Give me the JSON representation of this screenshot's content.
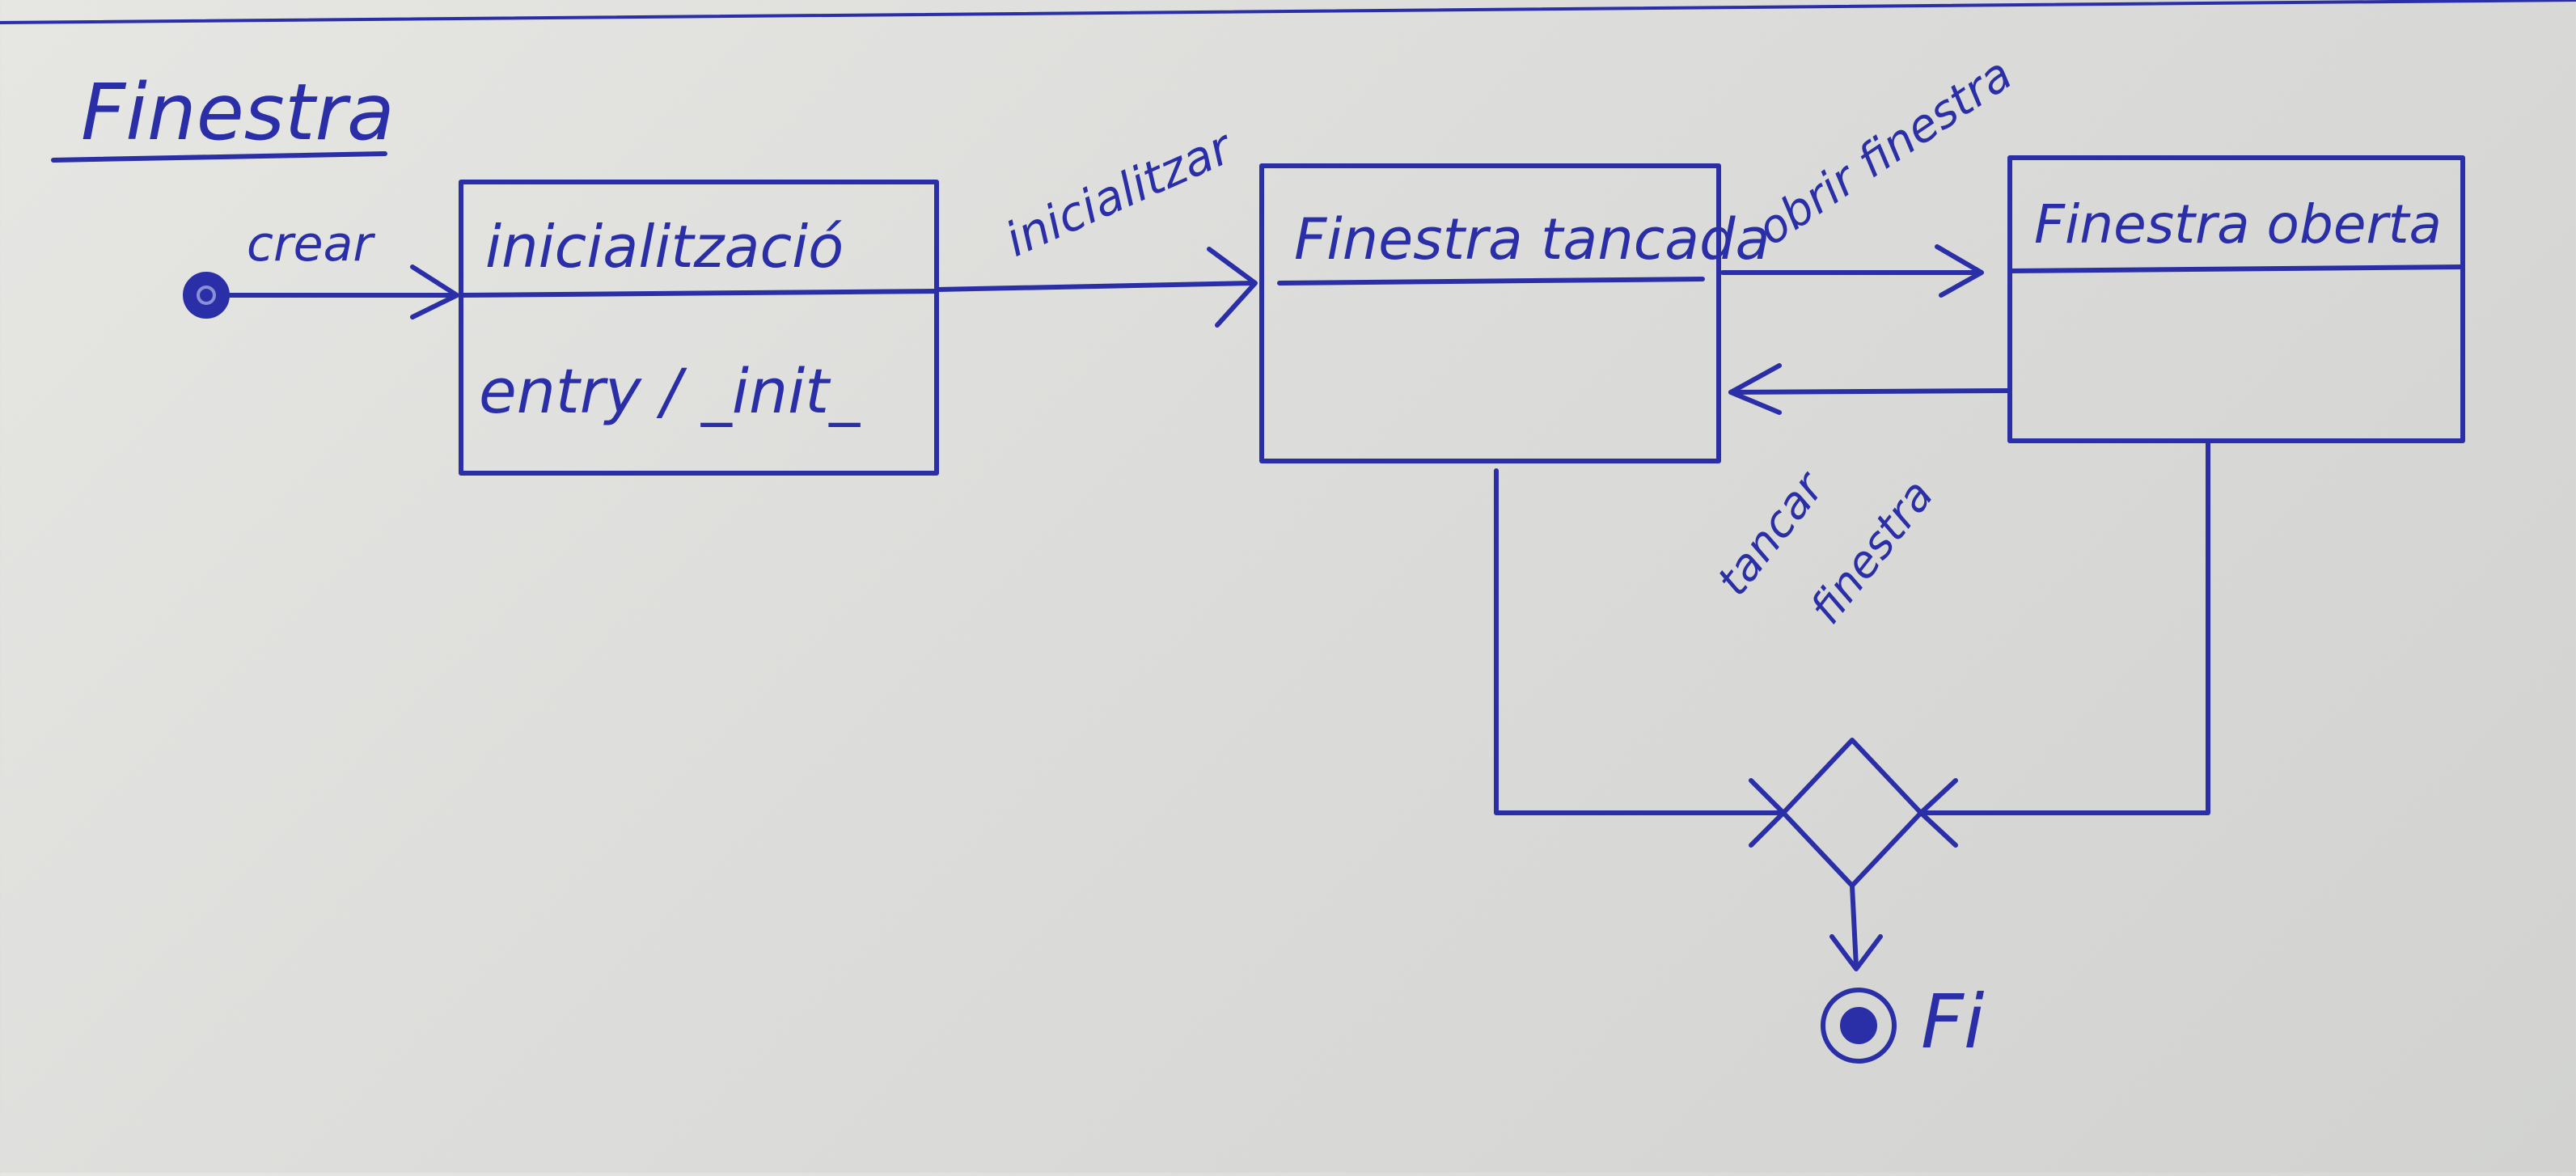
{
  "diagram": {
    "title": "Finestra",
    "ink_color": "#2a2fa8",
    "paper_color": "#dcdcda",
    "states": {
      "init": {
        "name": "inicialització",
        "action": "entry / _init_"
      },
      "closed": {
        "name": "Finestra tancada"
      },
      "open": {
        "name": "Finestra oberta"
      }
    },
    "transitions": {
      "create": "crear",
      "initialize": "inicialitzar",
      "open_window": "obrir finestra",
      "close_window_1": "tancar",
      "close_window_2": "finestra"
    },
    "end_label": "Fi"
  }
}
